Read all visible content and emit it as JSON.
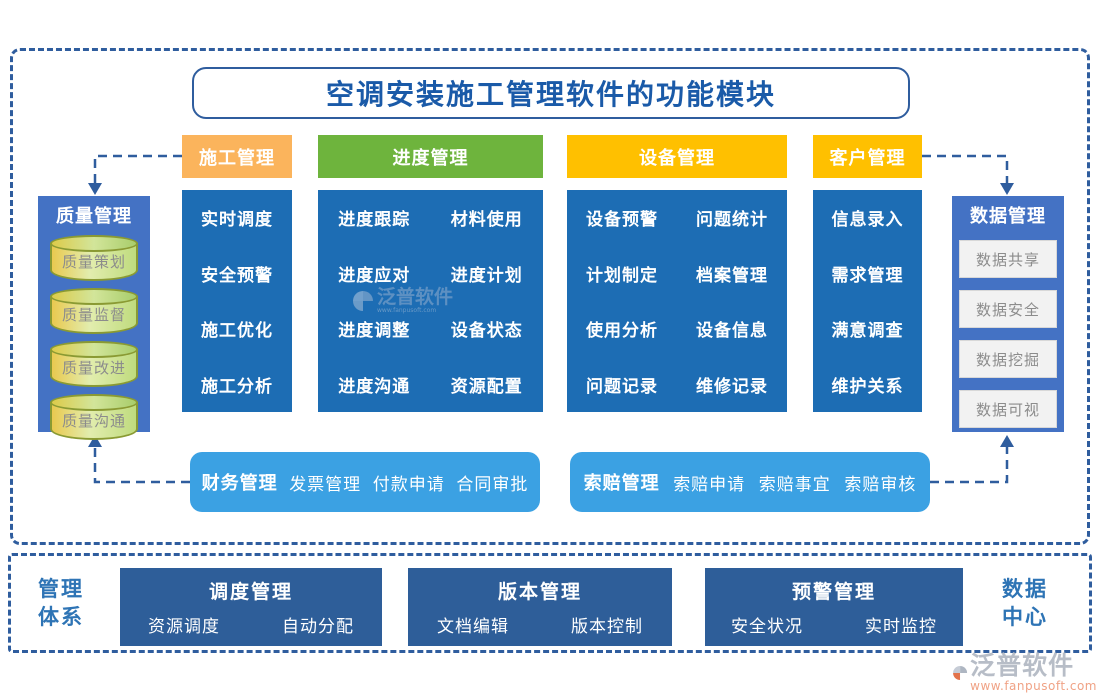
{
  "title": "空调安装施工管理软件的功能模块",
  "colors": {
    "frame_dash": "#2F5D9E",
    "title_text": "#1A5AA8",
    "panel_blue": "#4472C4",
    "column_blue": "#1D6DB4",
    "chip_orange": "#FBB45C",
    "chip_green": "#6EB43D",
    "chip_gold": "#FFC000",
    "midbar_blue": "#3BA1E3",
    "bottom_navy": "#2E5E99",
    "label_blue": "#2E74B5"
  },
  "top_headers": [
    {
      "label": "施工管理"
    },
    {
      "label": "进度管理"
    },
    {
      "label": "设备管理"
    },
    {
      "label": "客户管理"
    }
  ],
  "left_panel": {
    "title": "质量管理",
    "items": [
      "质量策划",
      "质量监督",
      "质量改进",
      "质量沟通"
    ]
  },
  "right_panel": {
    "title": "数据管理",
    "items": [
      "数据共享",
      "数据安全",
      "数据挖掘",
      "数据可视"
    ]
  },
  "columns": [
    {
      "items": [
        "实时调度",
        "安全预警",
        "施工优化",
        "施工分析"
      ]
    },
    {
      "items": [
        "进度跟踪",
        "材料使用",
        "进度应对",
        "进度计划",
        "进度调整",
        "设备状态",
        "进度沟通",
        "资源配置"
      ]
    },
    {
      "items": [
        "设备预警",
        "问题统计",
        "计划制定",
        "档案管理",
        "使用分析",
        "设备信息",
        "问题记录",
        "维修记录"
      ]
    },
    {
      "items": [
        "信息录入",
        "需求管理",
        "满意调查",
        "维护关系"
      ]
    }
  ],
  "mid_bars": [
    {
      "title": "财务管理",
      "items": [
        "发票管理",
        "付款申请",
        "合同审批"
      ]
    },
    {
      "title": "索赔管理",
      "items": [
        "索赔申请",
        "索赔事宜",
        "索赔审核"
      ]
    }
  ],
  "bottom": {
    "left_label_line1": "管理",
    "left_label_line2": "体系",
    "right_label_line1": "数据",
    "right_label_line2": "中心",
    "boxes": [
      {
        "title": "调度管理",
        "items": [
          "资源调度",
          "自动分配"
        ]
      },
      {
        "title": "版本管理",
        "items": [
          "文档编辑",
          "版本控制"
        ]
      },
      {
        "title": "预警管理",
        "items": [
          "安全状况",
          "实时监控"
        ]
      }
    ]
  },
  "footer": {
    "brand": "泛普软件",
    "url": "www.fanpusoft.com"
  },
  "watermark": {
    "text": "泛普软件",
    "sub": "www.fanpusoft.com"
  }
}
